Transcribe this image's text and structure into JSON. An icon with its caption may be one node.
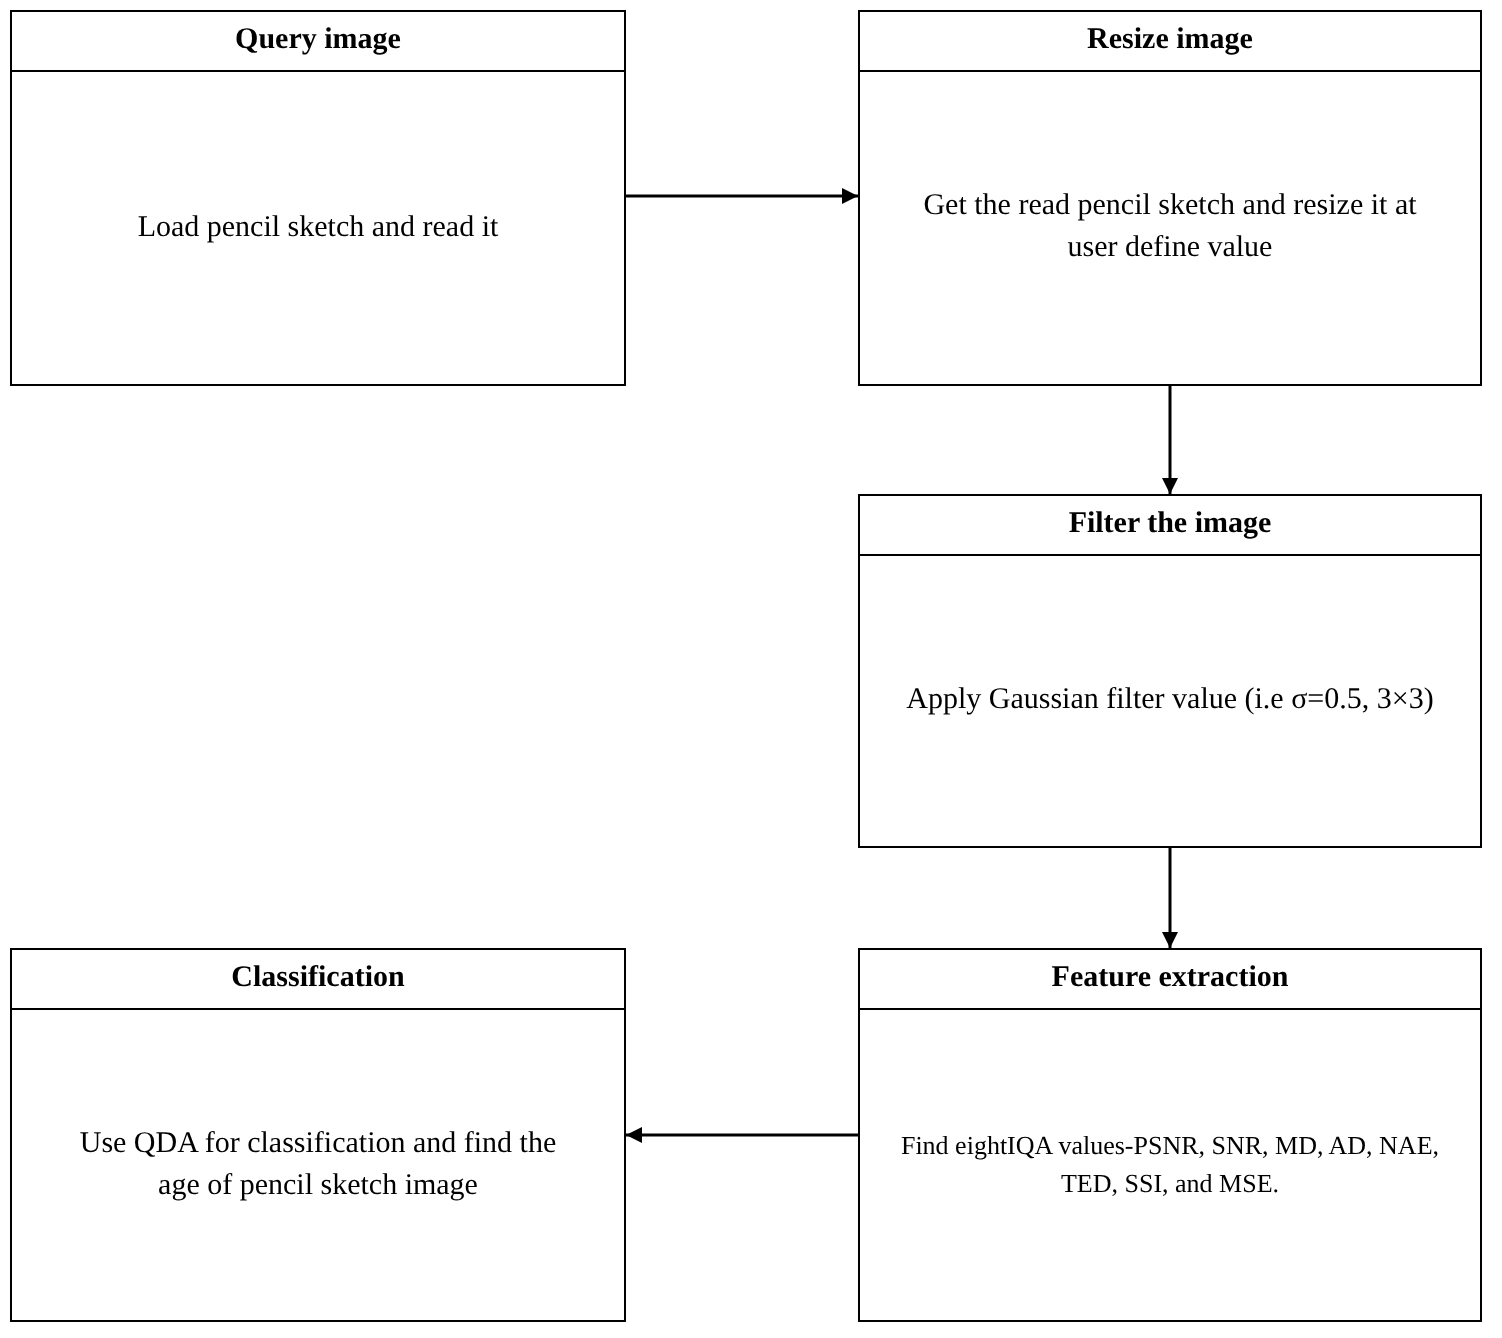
{
  "diagram": {
    "nodes": [
      {
        "text": [
          "Query image",
          "Load pencil sketch and read it"
        ]
      },
      {
        "text": [
          "Resize image",
          "Get the read pencil sketch and resize it at user define value"
        ]
      },
      {
        "text": [
          "Filter the image",
          "Apply Gaussian filter value (i.e σ=0.5, 3×3)"
        ]
      },
      {
        "text": [
          "Feature extraction",
          "Find eightIQA values-PSNR, SNR, MD, AD, NAE, TED, SSI, and MSE."
        ]
      },
      {
        "text": [
          "Classification",
          "Use QDA for classification and find the age of pencil sketch image"
        ]
      }
    ],
    "edges": [
      {
        "from": 0,
        "to": 1,
        "arrow": "to"
      },
      {
        "from": 1,
        "to": 2,
        "arrow": "to"
      },
      {
        "from": 2,
        "to": 3,
        "arrow": "to"
      },
      {
        "from": 3,
        "to": 4,
        "arrow": "to"
      }
    ]
  }
}
